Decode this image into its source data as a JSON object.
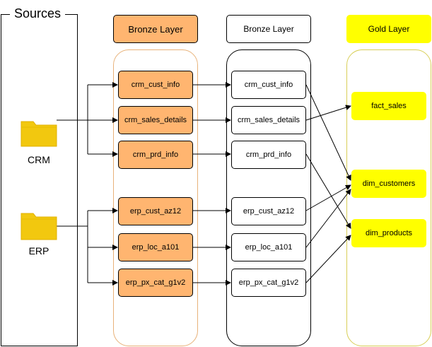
{
  "sources": {
    "title": "Sources",
    "crm_label": "CRM",
    "erp_label": "ERP",
    "folder_color": "#f2c80f"
  },
  "headers": {
    "bronze": "Bronze Layer",
    "silver": "Bronze Layer",
    "gold": "Gold Layer"
  },
  "bronze_nodes": [
    "crm_cust_info",
    "crm_sales_details",
    "crm_prd_info",
    "erp_cust_az12",
    "erp_loc_a101",
    "erp_px_cat_g1v2"
  ],
  "silver_nodes": [
    "crm_cust_info",
    "crm_sales_details",
    "crm_prd_info",
    "erp_cust_az12",
    "erp_loc_a101",
    "erp_px_cat_g1v2"
  ],
  "gold_nodes": [
    "fact_sales",
    "dim_customers",
    "dim_products"
  ],
  "colors": {
    "bronze_fill": "#ffb570",
    "gold_fill": "#ffff00",
    "bronze_lane_border": "#e8b27a",
    "gold_lane_border": "#d8cf58"
  }
}
